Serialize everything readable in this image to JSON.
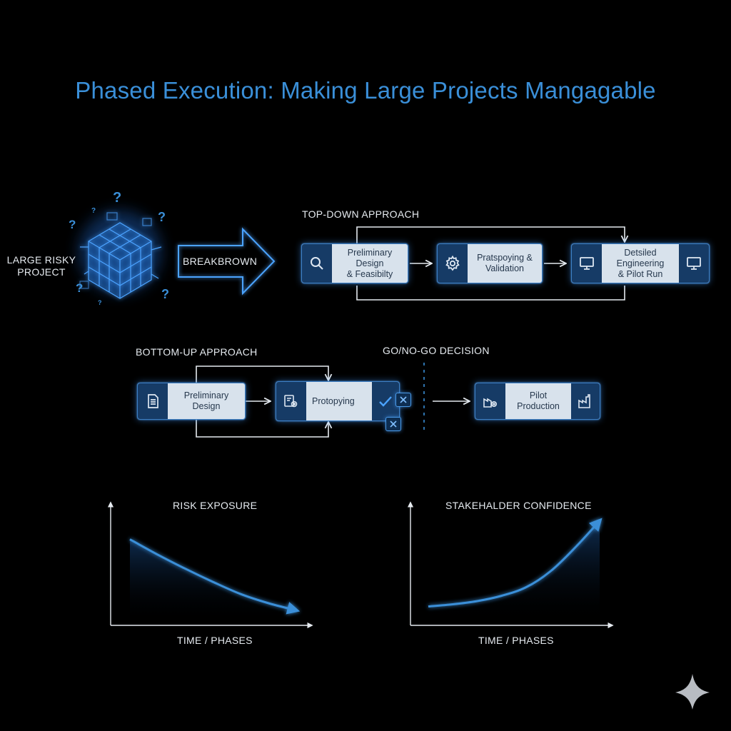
{
  "title": "Phased Execution: Making Large Projects Mangagable",
  "project": {
    "label_line1": "LARGE RISKY",
    "label_line2": "PROJECT",
    "question_mark": "?",
    "breakdown_label": "BREAKBROWN"
  },
  "top_down": {
    "heading": "TOP-DOWN APPROACH",
    "steps": [
      {
        "line1": "Preliminary Design",
        "line2": "& Feasibilty",
        "icon": "magnifier-icon"
      },
      {
        "line1": "Pratspoying &",
        "line2": "Validation",
        "icon": "gear-icon"
      },
      {
        "line1": "Detsiled Engineering",
        "line2": "& Pilot Run",
        "icon": "monitor-icon"
      }
    ]
  },
  "bottom_up": {
    "heading": "BOTTOM-UP APPROACH",
    "decision_label": "GO/NO-GO DECISION",
    "steps": [
      {
        "label": "Preliminary Design",
        "icon": "document-icon"
      },
      {
        "label": "Protopying",
        "icon": "prototype-gear-icon"
      },
      {
        "label": "Pilot Production",
        "icon": "factory-icon"
      }
    ]
  },
  "charts": {
    "risk": {
      "title": "RISK EXPOSURE",
      "xlabel": "TIME / PHASES"
    },
    "confidence": {
      "title": "STAKEHALDER CONFIDENCE",
      "xlabel": "TIME / PHASES"
    }
  },
  "chart_data": [
    {
      "type": "line",
      "title": "RISK EXPOSURE",
      "xlabel": "TIME / PHASES",
      "ylabel": "",
      "trend": "decreasing",
      "series": [
        {
          "values": [
            0.82,
            0.67,
            0.53,
            0.4,
            0.28,
            0.19,
            0.12
          ]
        }
      ]
    },
    {
      "type": "line",
      "title": "STAKEHALDER CONFIDENCE",
      "xlabel": "TIME / PHASES",
      "ylabel": "",
      "trend": "increasing",
      "series": [
        {
          "values": [
            0.15,
            0.17,
            0.2,
            0.25,
            0.33,
            0.48,
            0.7,
            0.95
          ]
        }
      ]
    }
  ],
  "colors": {
    "accent": "#3a8fd8",
    "glow": "#1f6fd0",
    "box_fill": "#d8e2ec",
    "icon_panel": "#163b66"
  }
}
